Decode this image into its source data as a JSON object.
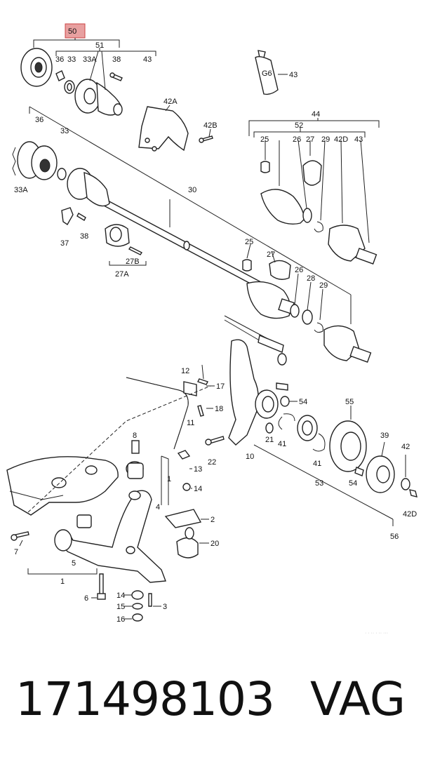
{
  "diagram": {
    "highlight_color": "#e8a0a0",
    "callouts": {
      "c50": "50",
      "c51": "51",
      "c36a": "36",
      "c33a": "33",
      "c33Aa": "33A",
      "c38a": "38",
      "c43a": "43",
      "c43b": "43",
      "c42A": "42A",
      "c42B": "42B",
      "c44": "44",
      "c52": "52",
      "c25a": "25",
      "c26a": "26",
      "c27a": "27",
      "c29a": "29",
      "c42Da": "42D",
      "c43c": "43",
      "c36b": "36",
      "c33b": "33",
      "c33Ab": "33A",
      "c30": "30",
      "c37": "37",
      "c38b": "38",
      "c27B": "27B",
      "c27A": "27A",
      "c25b": "25",
      "c27b": "27",
      "c26b": "26",
      "c28": "28",
      "c29b": "29",
      "c12": "12",
      "c17": "17",
      "c18": "18",
      "c11": "11",
      "c54a": "54",
      "c55": "55",
      "c8": "8",
      "c22": "22",
      "c10": "10",
      "c21": "21",
      "c41a": "41",
      "c39": "39",
      "c42": "42",
      "c13": "13",
      "c1a": "1",
      "c14a": "14",
      "c41b": "41",
      "c53": "53",
      "c54b": "54",
      "c42Db": "42D",
      "c4": "4",
      "c2": "2",
      "c7": "7",
      "c20": "20",
      "c5": "5",
      "c56": "56",
      "c1b": "1",
      "c6": "6",
      "c14b": "14",
      "c3": "3",
      "c15": "15",
      "c16": "16"
    }
  },
  "footer": {
    "part_number": "171498103",
    "brand": "VAG"
  }
}
